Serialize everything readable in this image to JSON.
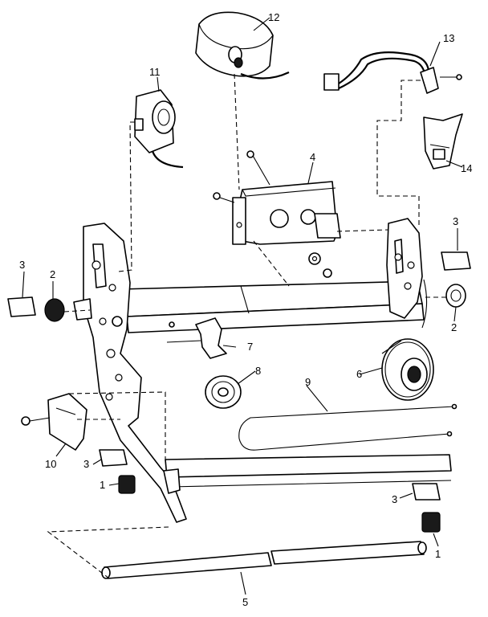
{
  "callouts": {
    "c1a": "1",
    "c1b": "1",
    "c2a": "2",
    "c2b": "2",
    "c3a": "3",
    "c3b": "3",
    "c3c": "3",
    "c3d": "3",
    "c4": "4",
    "c5": "5",
    "c6": "6",
    "c7": "7",
    "c8": "8",
    "c9": "9",
    "c10": "10",
    "c11": "11",
    "c12": "12",
    "c13": "13",
    "c14": "14"
  },
  "colors": {
    "ink": "#000000",
    "paper": "#ffffff"
  }
}
